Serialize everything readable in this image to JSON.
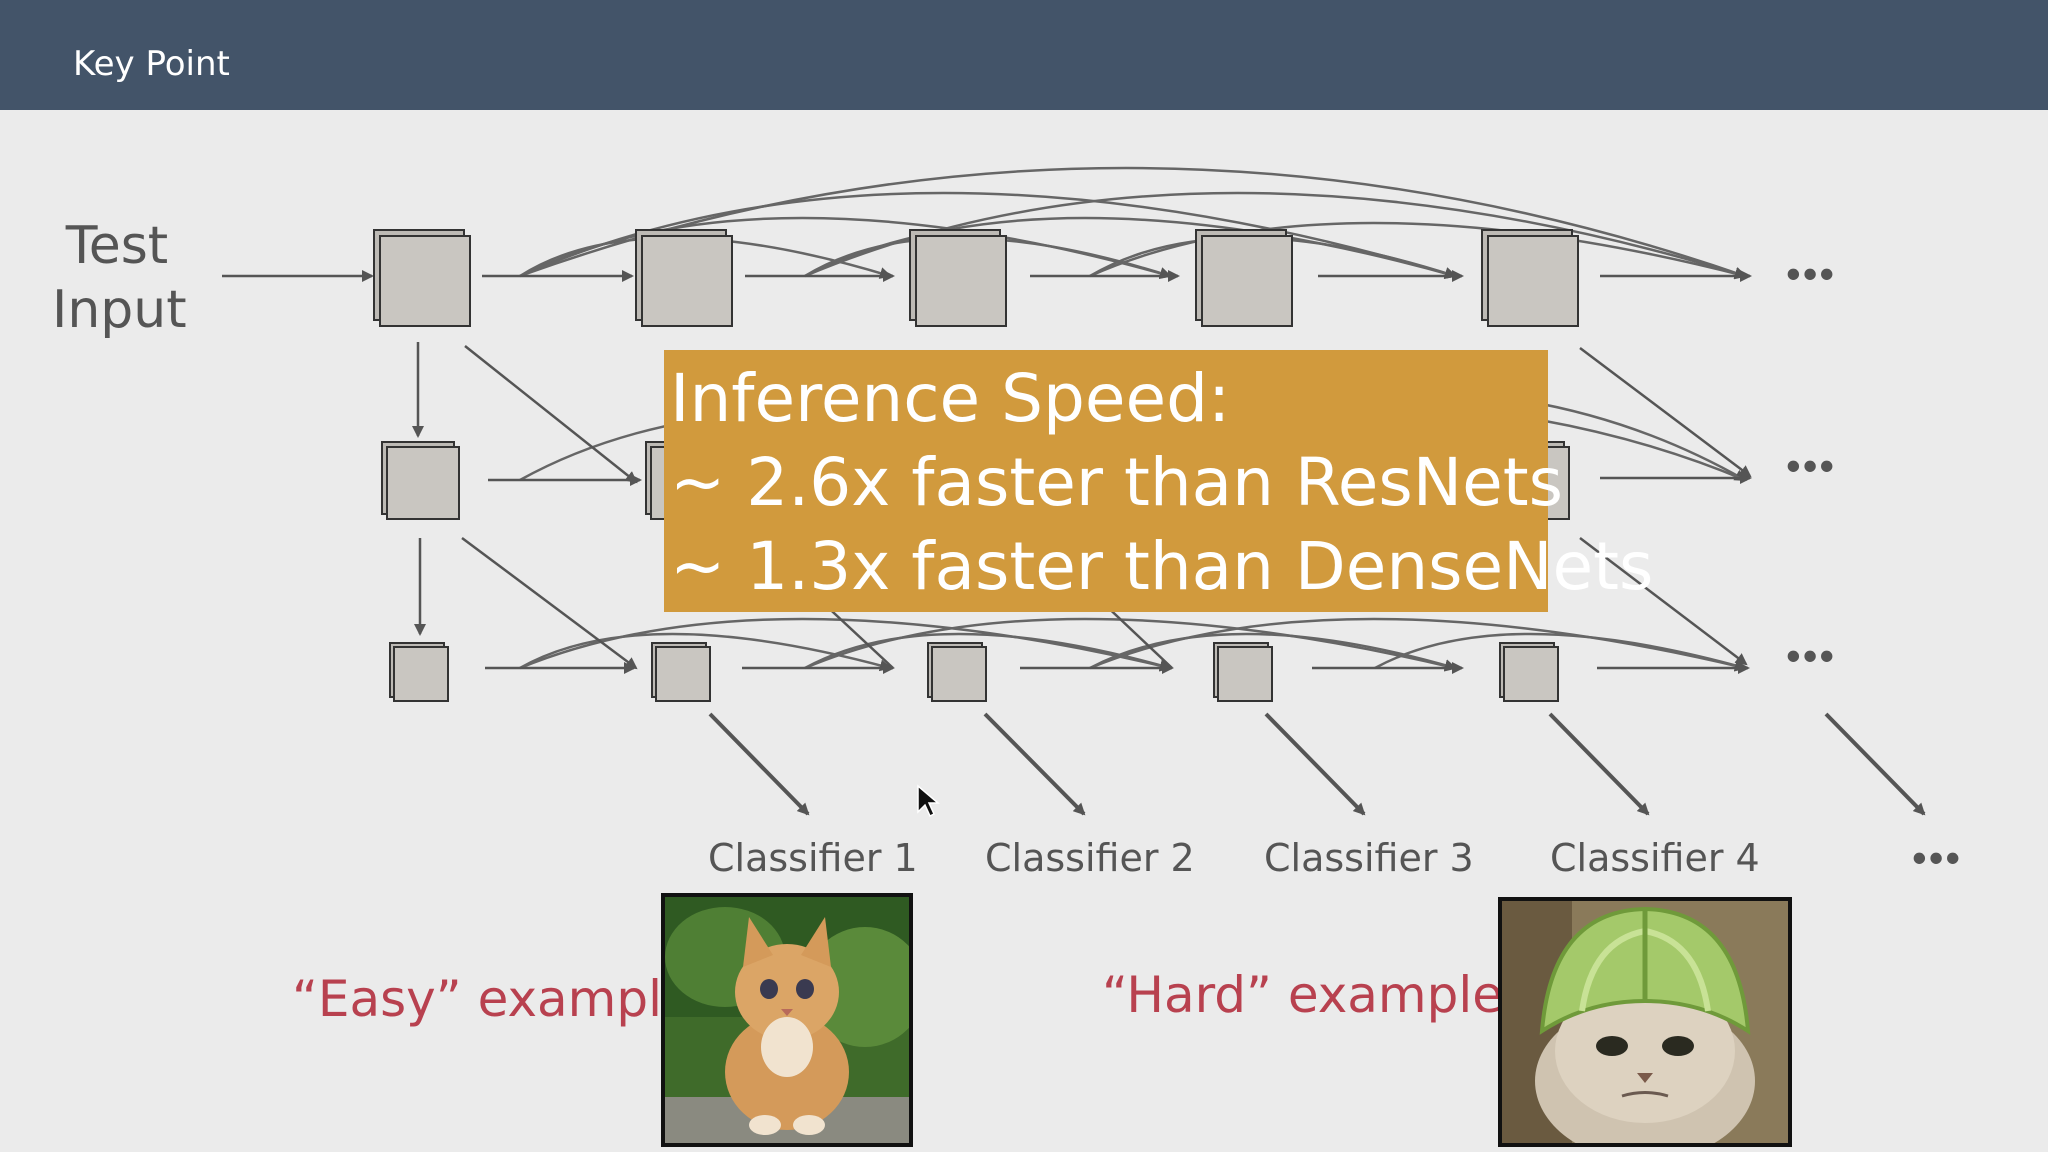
{
  "header": {
    "title": "Key Point"
  },
  "diagram": {
    "input_label": [
      "Test",
      "Input"
    ],
    "ellipsis": "•••",
    "banner": {
      "line1": "Inference Speed:",
      "line2": "~ 2.6x faster than ResNets",
      "line3": "~ 1.3x faster than DenseNets"
    },
    "classifiers": [
      "Classifier 1",
      "Classifier 2",
      "Classifier 3",
      "Classifier 4"
    ],
    "easy_label": "“Easy” examples",
    "hard_label": "“Hard” examples"
  },
  "colors": {
    "header_bg": "#435469",
    "banner_bg": "#d19a3d",
    "example_text": "#b8414f",
    "node_fill": "#c8c5c0"
  },
  "icons": [
    "mouse-cursor-icon"
  ]
}
